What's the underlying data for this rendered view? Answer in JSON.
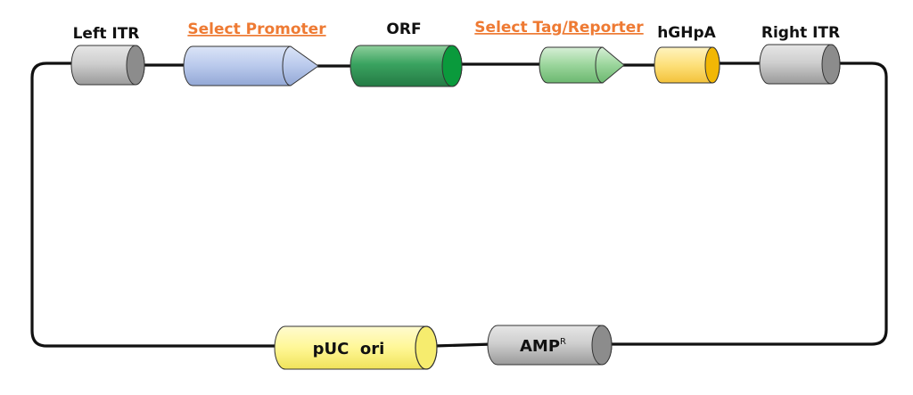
{
  "labels": {
    "left_itr": "Left ITR",
    "select_promoter": "Select Promoter",
    "orf": "ORF",
    "select_tag_reporter": "Select Tag/Reporter",
    "hghpa": "hGHpA",
    "right_itr": "Right ITR",
    "puc_ori": "pUC  ori",
    "amp_main": "AMP",
    "amp_sup": "R"
  },
  "colors": {
    "link": "#ee7a33",
    "backbone": "#111111",
    "itr_body": "#c8c8c8",
    "itr_cap": "#8c8c8c",
    "promoter_body": "#b9c9ec",
    "orf_body": "#3aa360",
    "orf_cap": "#0a9a3c",
    "tag_body": "#9ad59b",
    "hghpa_body": "#fde07a",
    "hghpa_cap": "#f2b705",
    "puc_body": "#fff796",
    "amp_body": "#b4b4b4",
    "amp_cap": "#8c8c8c"
  }
}
